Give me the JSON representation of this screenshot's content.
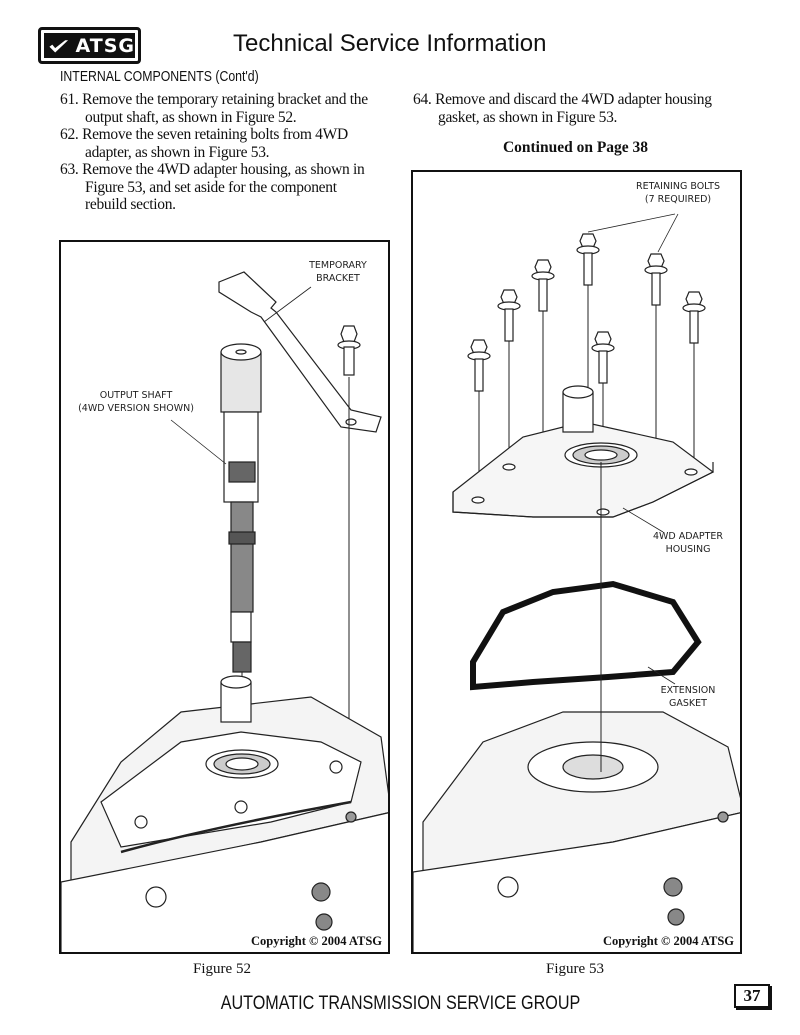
{
  "header": {
    "logo_text": "ATSG",
    "title": "Technical Service Information",
    "section": "INTERNAL COMPONENTS (Cont'd)"
  },
  "steps_left": [
    {
      "num": "61.",
      "text": "Remove the temporary retaining bracket and the output shaft, as shown in Figure 52."
    },
    {
      "num": "62.",
      "text": "Remove the seven retaining bolts from 4WD adapter, as shown in Figure 53."
    },
    {
      "num": "63.",
      "text": "Remove the 4WD adapter housing, as shown in Figure 53, and set aside for the component rebuild section."
    }
  ],
  "steps_right": [
    {
      "num": "64.",
      "text": "Remove and discard the 4WD adapter housing gasket, as shown in Figure 53."
    }
  ],
  "continued": "Continued on Page 38",
  "figures": [
    {
      "caption": "Figure 52",
      "copyright": "Copyright © 2004 ATSG",
      "callouts": [
        {
          "line1": "TEMPORARY",
          "line2": "BRACKET"
        },
        {
          "line1": "OUTPUT SHAFT",
          "line2": "(4WD VERSION SHOWN)"
        }
      ]
    },
    {
      "caption": "Figure 53",
      "copyright": "Copyright © 2004 ATSG",
      "callouts": [
        {
          "line1": "RETAINING BOLTS",
          "line2": "(7 REQUIRED)"
        },
        {
          "line1": "4WD ADAPTER",
          "line2": "HOUSING"
        },
        {
          "line1": "EXTENSION",
          "line2": "GASKET"
        }
      ]
    }
  ],
  "footer": {
    "org": "AUTOMATIC TRANSMISSION SERVICE GROUP",
    "page_number": "37"
  }
}
